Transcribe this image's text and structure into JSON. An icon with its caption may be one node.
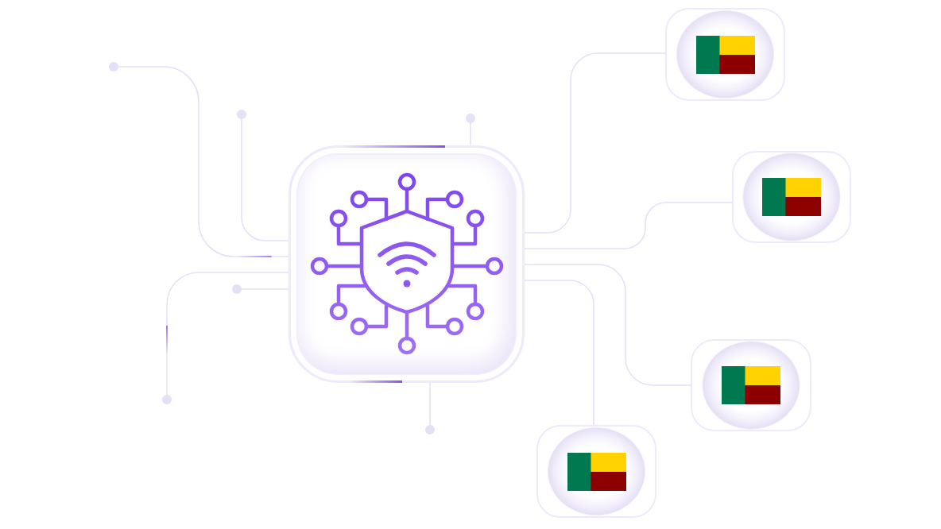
{
  "diagram": {
    "nodes": [
      {
        "text": [],
        "shape": "picture"
      },
      {
        "text": [],
        "shape": "picture"
      },
      {
        "text": [],
        "shape": "picture"
      },
      {
        "text": [],
        "shape": "picture"
      },
      {
        "text": [],
        "shape": "picture"
      },
      {
        "text": [],
        "shape": "circle"
      },
      {
        "text": [],
        "shape": "circle"
      },
      {
        "text": [],
        "shape": "circle"
      },
      {
        "text": [],
        "shape": "circle"
      },
      {
        "text": [],
        "shape": "circle"
      },
      {
        "text": [],
        "shape": "circle"
      }
    ],
    "edges": [
      {
        "from": 0,
        "to": 1,
        "arrow": "none"
      },
      {
        "from": 0,
        "to": 2,
        "arrow": "none"
      },
      {
        "from": 0,
        "to": 3,
        "arrow": "none"
      },
      {
        "from": 0,
        "to": 4,
        "arrow": "none"
      },
      {
        "from": 0,
        "to": 5,
        "arrow": "none"
      },
      {
        "from": 0,
        "to": 6,
        "arrow": "none"
      },
      {
        "from": 0,
        "to": 7,
        "arrow": "none"
      },
      {
        "from": 0,
        "to": 8,
        "arrow": "none"
      },
      {
        "from": 0,
        "to": 9,
        "arrow": "none"
      },
      {
        "from": 0,
        "to": 10,
        "arrow": "none"
      }
    ]
  }
}
